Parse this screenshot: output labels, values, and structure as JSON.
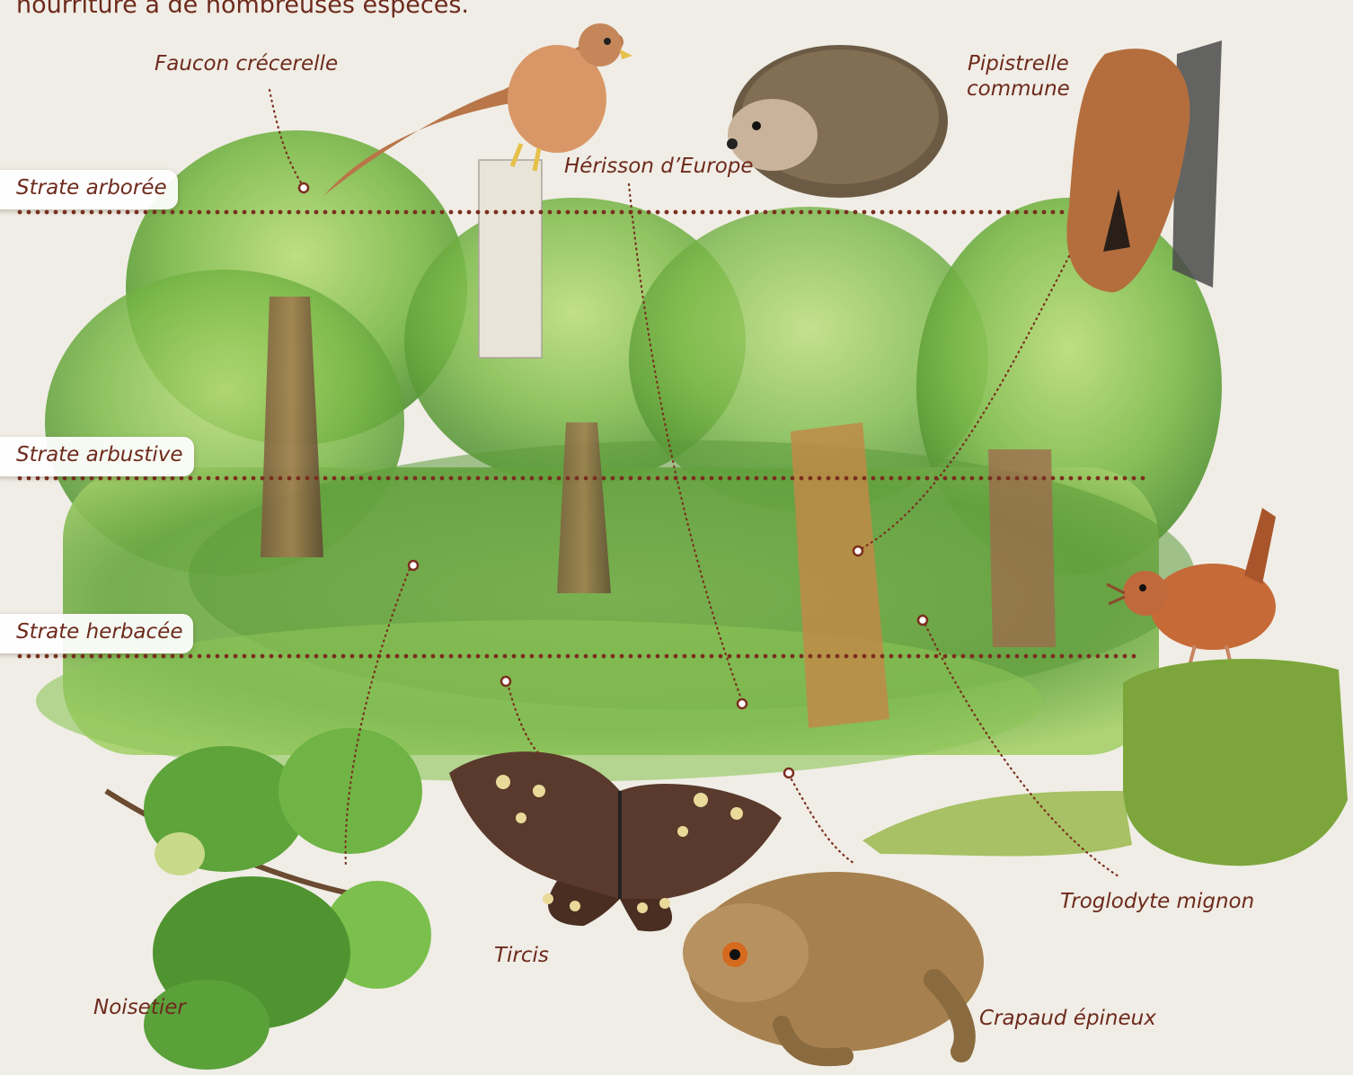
{
  "intro_text": "nourriture à de nombreuses espèces.",
  "strata": [
    {
      "label": "Strate arborée"
    },
    {
      "label": "Strate arbustive"
    },
    {
      "label": "Strate herbacée"
    }
  ],
  "species": [
    {
      "name": "Faucon crécerelle",
      "icon": "kestrel-icon"
    },
    {
      "name": "Hérisson d’Europe",
      "icon": "hedgehog-icon"
    },
    {
      "name": "Pipistrelle\ncommune",
      "icon": "bat-icon"
    },
    {
      "name": "Troglodyte mignon",
      "icon": "wren-icon"
    },
    {
      "name": "Noisetier",
      "icon": "hazel-icon"
    },
    {
      "name": "Tircis",
      "icon": "butterfly-icon"
    },
    {
      "name": "Crapaud épineux",
      "icon": "toad-icon"
    }
  ],
  "colors": {
    "text": "#6d2a1c",
    "leader_dots": "#7a2e1e",
    "foliage_light": "#a9d46a",
    "foliage_mid": "#6fae3f",
    "foliage_dark": "#3f7a2a",
    "paper": "#f0ede6"
  }
}
